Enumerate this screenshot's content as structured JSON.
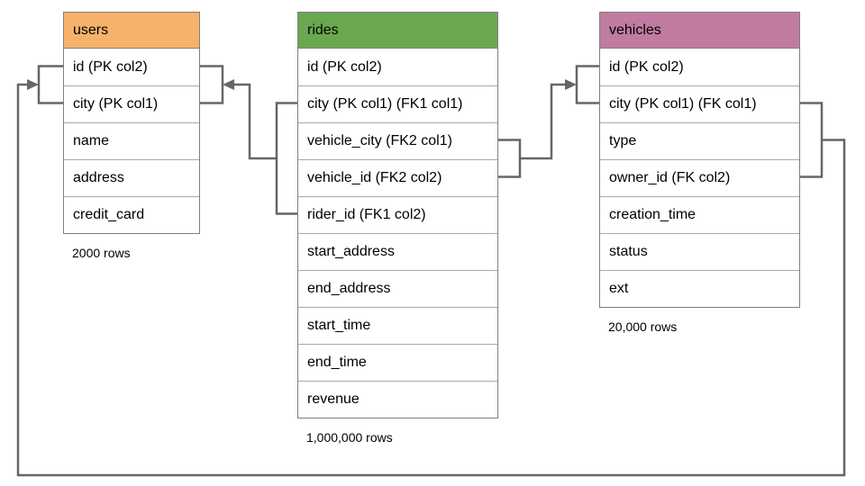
{
  "diagram": {
    "tables": [
      {
        "name": "users",
        "header_color": "#F6B26B",
        "columns": [
          "id (PK col2)",
          "city (PK col1)",
          "name",
          "address",
          "credit_card"
        ],
        "row_count_label": "2000 rows"
      },
      {
        "name": "rides",
        "header_color": "#6AA84F",
        "columns": [
          "id (PK col2)",
          "city (PK col1) (FK1 col1)",
          "vehicle_city (FK2 col1)",
          "vehicle_id (FK2 col2)",
          "rider_id (FK1 col2)",
          "start_address",
          "end_address",
          "start_time",
          "end_time",
          "revenue"
        ],
        "row_count_label": "1,000,000 rows"
      },
      {
        "name": "vehicles",
        "header_color": "#C27BA0",
        "columns": [
          "id (PK col2)",
          "city (PK col1) (FK col1)",
          "type",
          "owner_id (FK col2)",
          "creation_time",
          "status",
          "ext"
        ],
        "row_count_label": "20,000 rows"
      }
    ],
    "relationships": [
      {
        "name": "rides-fk1-to-users-pk",
        "from_table": "rides",
        "from_columns": [
          "city (PK col1) (FK1 col1)",
          "rider_id (FK1 col2)"
        ],
        "to_table": "users",
        "to_columns": [
          "id (PK col2)",
          "city (PK col1)"
        ]
      },
      {
        "name": "rides-fk2-to-vehicles-pk",
        "from_table": "rides",
        "from_columns": [
          "vehicle_city (FK2 col1)",
          "vehicle_id (FK2 col2)"
        ],
        "to_table": "vehicles",
        "to_columns": [
          "id (PK col2)",
          "city (PK col1) (FK col1)"
        ]
      },
      {
        "name": "vehicles-fk-to-users-pk",
        "from_table": "vehicles",
        "from_columns": [
          "city (PK col1) (FK col1)",
          "owner_id (FK col2)"
        ],
        "to_table": "users",
        "to_columns": [
          "id (PK col2)",
          "city (PK col1)"
        ]
      }
    ],
    "colors": {
      "users_header": "#F6B26B",
      "rides_header": "#6AA84F",
      "vehicles_header": "#C27BA0",
      "connector": "#666666",
      "table_border": "#7f7f7f",
      "row_divider": "#a9a9a9"
    }
  }
}
